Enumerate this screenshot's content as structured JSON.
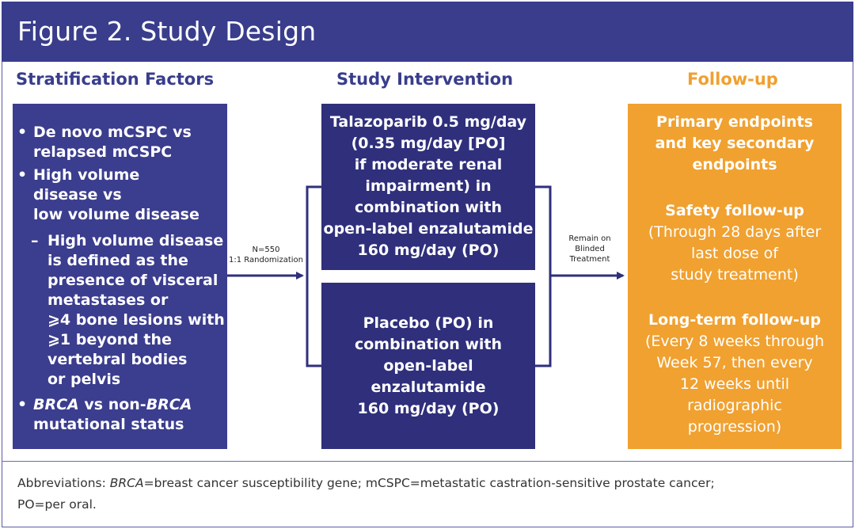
{
  "figure": {
    "title": "Figure 2. Study Design"
  },
  "headers": {
    "stratification": "Stratification Factors",
    "intervention": "Study Intervention",
    "followup": "Follow-up"
  },
  "stratification": {
    "bullet1_l1": "De novo mCSPC vs",
    "bullet1_l2": "relapsed mCSPC",
    "bullet2_l1": "High volume",
    "bullet2_l2": "disease vs",
    "bullet2_l3": "low volume disease",
    "sub_l1": "High volume disease",
    "sub_l2": "is defined as the",
    "sub_l3": "presence of visceral",
    "sub_l4": "metastases or",
    "sub_l5": "⩾4 bone lesions with",
    "sub_l6": "⩾1 beyond the",
    "sub_l7": "vertebral bodies",
    "sub_l8": "or pelvis",
    "bullet3_brca": "BRCA",
    "bullet3_vs": " vs non-",
    "bullet3_brca2": "BRCA",
    "bullet3_l2": "mutational status",
    "bullet_char": "•",
    "dash_char": "–"
  },
  "arrows": {
    "randomization_l1": "N=550",
    "randomization_l2": "1:1 Randomization",
    "remain_l1": "Remain on",
    "remain_l2": "Blinded",
    "remain_l3": "Treatment"
  },
  "arms": {
    "arm1": [
      "Talazoparib 0.5 mg/day",
      "(0.35 mg/day [PO]",
      "if moderate renal",
      "impairment) in",
      "combination with",
      "open-label enzalutamide",
      "160 mg/day (PO)"
    ],
    "arm2": [
      "Placebo (PO) in",
      "combination with",
      "open-label",
      "enzalutamide",
      "160 mg/day (PO)"
    ]
  },
  "followup": {
    "primary": [
      "Primary endpoints",
      "and key secondary",
      "endpoints"
    ],
    "safety_title": "Safety follow-up",
    "safety_text": [
      "(Through 28 days after",
      "last dose of",
      "study treatment)"
    ],
    "longterm_title": "Long-term follow-up",
    "longterm_text": [
      "(Every 8 weeks through",
      "Week 57, then every",
      "12 weeks until",
      "radiographic",
      "progression)"
    ]
  },
  "footer": {
    "prefix": "Abbreviations: ",
    "brca": "BRCA",
    "line1_rest": "=breast cancer susceptibility gene; mCSPC=metastatic castration-sensitive prostate cancer;",
    "line2": "PO=per oral."
  },
  "colors": {
    "title_bg": "#393d8c",
    "strat_box": "#3b3d8e",
    "arm_box": "#2f2f7c",
    "followup_box": "#f0a130",
    "followup_header": "#f0a030"
  }
}
